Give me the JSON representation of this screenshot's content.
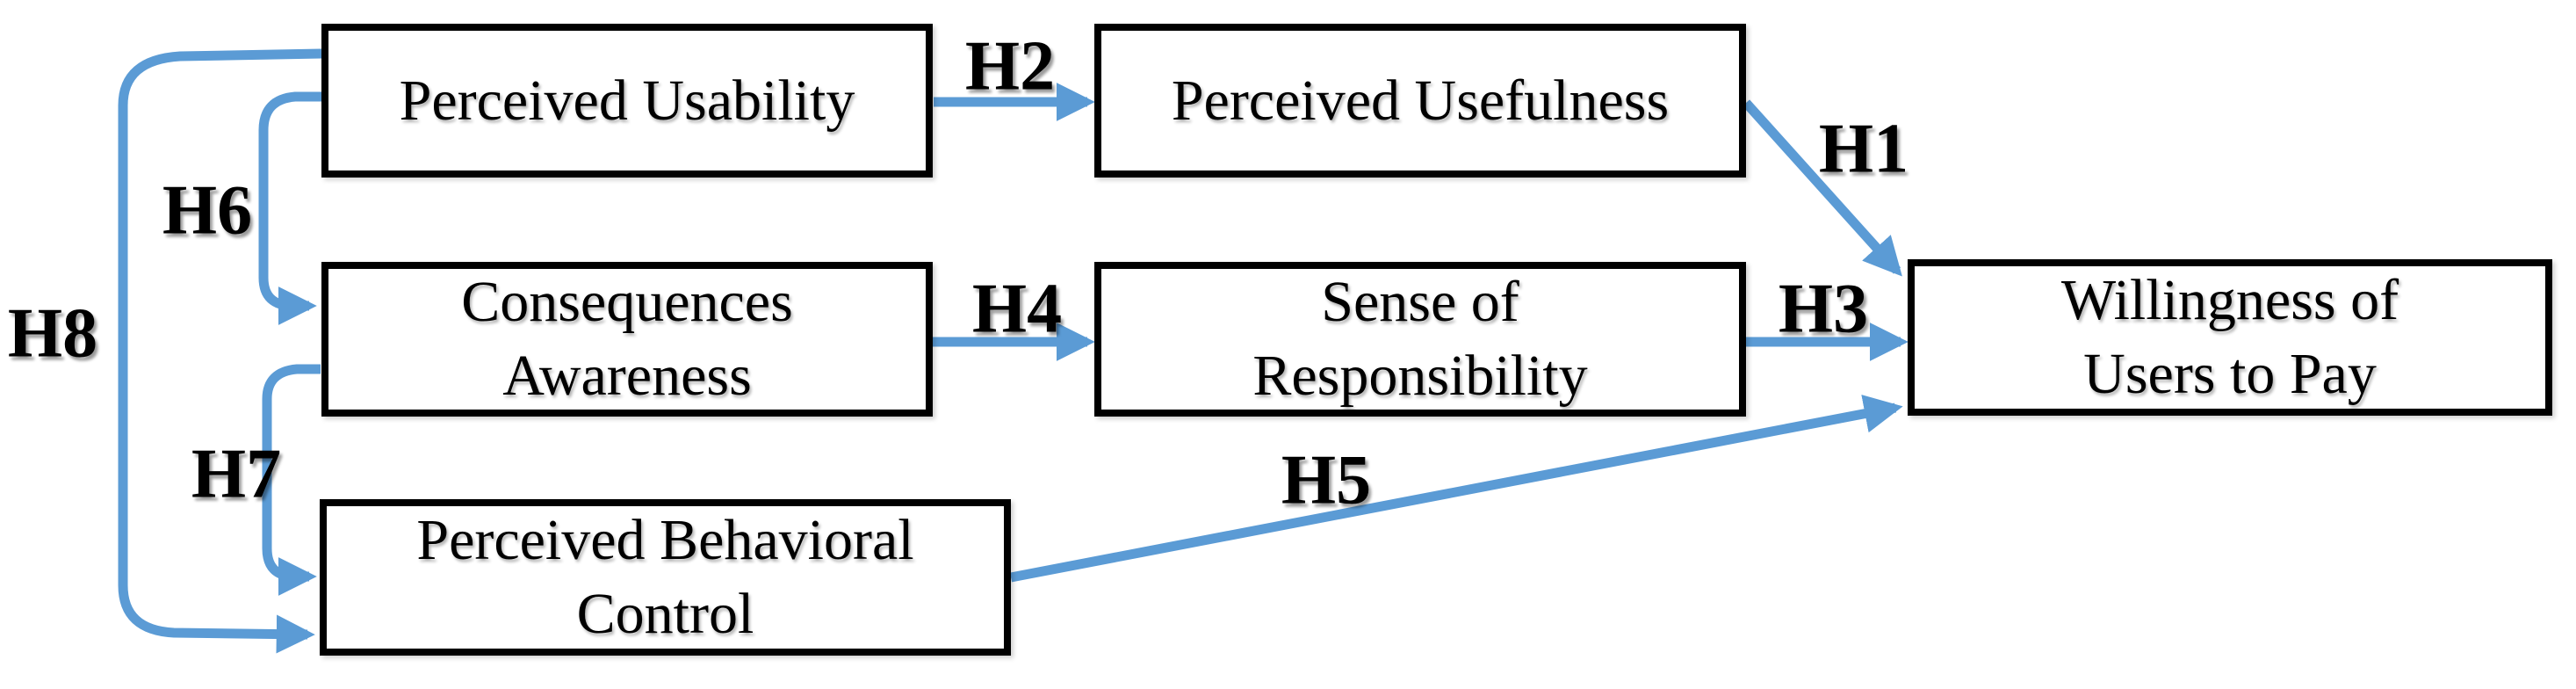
{
  "diagram": {
    "type": "hypothesis-path-model",
    "colors": {
      "arrow": "#5B9BD5",
      "box_border": "#000000",
      "text": "#000000",
      "background": "#FFFFFF"
    },
    "nodes": {
      "perceived_usability": {
        "line1": "Perceived Usability",
        "line2": ""
      },
      "perceived_usefulness": {
        "line1": "Perceived Usefulness",
        "line2": ""
      },
      "consequences_awareness": {
        "line1": "Consequences",
        "line2": "Awareness"
      },
      "sense_of_responsibility": {
        "line1": "Sense of",
        "line2": "Responsibility"
      },
      "perceived_behavioral_control": {
        "line1": "Perceived Behavioral",
        "line2": "Control"
      },
      "willingness_to_pay": {
        "line1": "Willingness of",
        "line2": "Users to Pay"
      }
    },
    "hypotheses": {
      "h1": {
        "label": "H1",
        "from": "Perceived Usefulness",
        "to": "Willingness of Users to Pay"
      },
      "h2": {
        "label": "H2",
        "from": "Perceived Usability",
        "to": "Perceived Usefulness"
      },
      "h3": {
        "label": "H3",
        "from": "Sense of Responsibility",
        "to": "Willingness of Users to Pay"
      },
      "h4": {
        "label": "H4",
        "from": "Consequences Awareness",
        "to": "Sense of Responsibility"
      },
      "h5": {
        "label": "H5",
        "from": "Perceived Behavioral Control",
        "to": "Willingness of Users to Pay"
      },
      "h6": {
        "label": "H6",
        "from": "Perceived Usability",
        "to": "Consequences Awareness"
      },
      "h7": {
        "label": "H7",
        "from": "Consequences Awareness",
        "to": "Perceived Behavioral Control"
      },
      "h8": {
        "label": "H8",
        "from": "Perceived Usability",
        "to": "Perceived Behavioral Control"
      }
    }
  }
}
